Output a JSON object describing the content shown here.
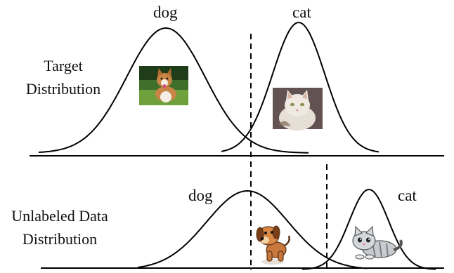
{
  "top_panel": {
    "label_line1": "Target",
    "label_line2": "Distribution",
    "curve1_label": "dog",
    "curve2_label": "cat"
  },
  "bottom_panel": {
    "label_line1": "Unlabeled Data",
    "label_line2": "Distribution",
    "curve1_label": "dog",
    "curve2_label": "cat"
  },
  "colors": {
    "stroke": "#000000",
    "text": "#111111"
  },
  "images": {
    "top_dog": "photo-corgi-on-grass",
    "top_cat": "photo-white-cat",
    "bottom_dog": "cartoon-brown-puppy",
    "bottom_cat": "cartoon-grey-tabby-cat"
  }
}
